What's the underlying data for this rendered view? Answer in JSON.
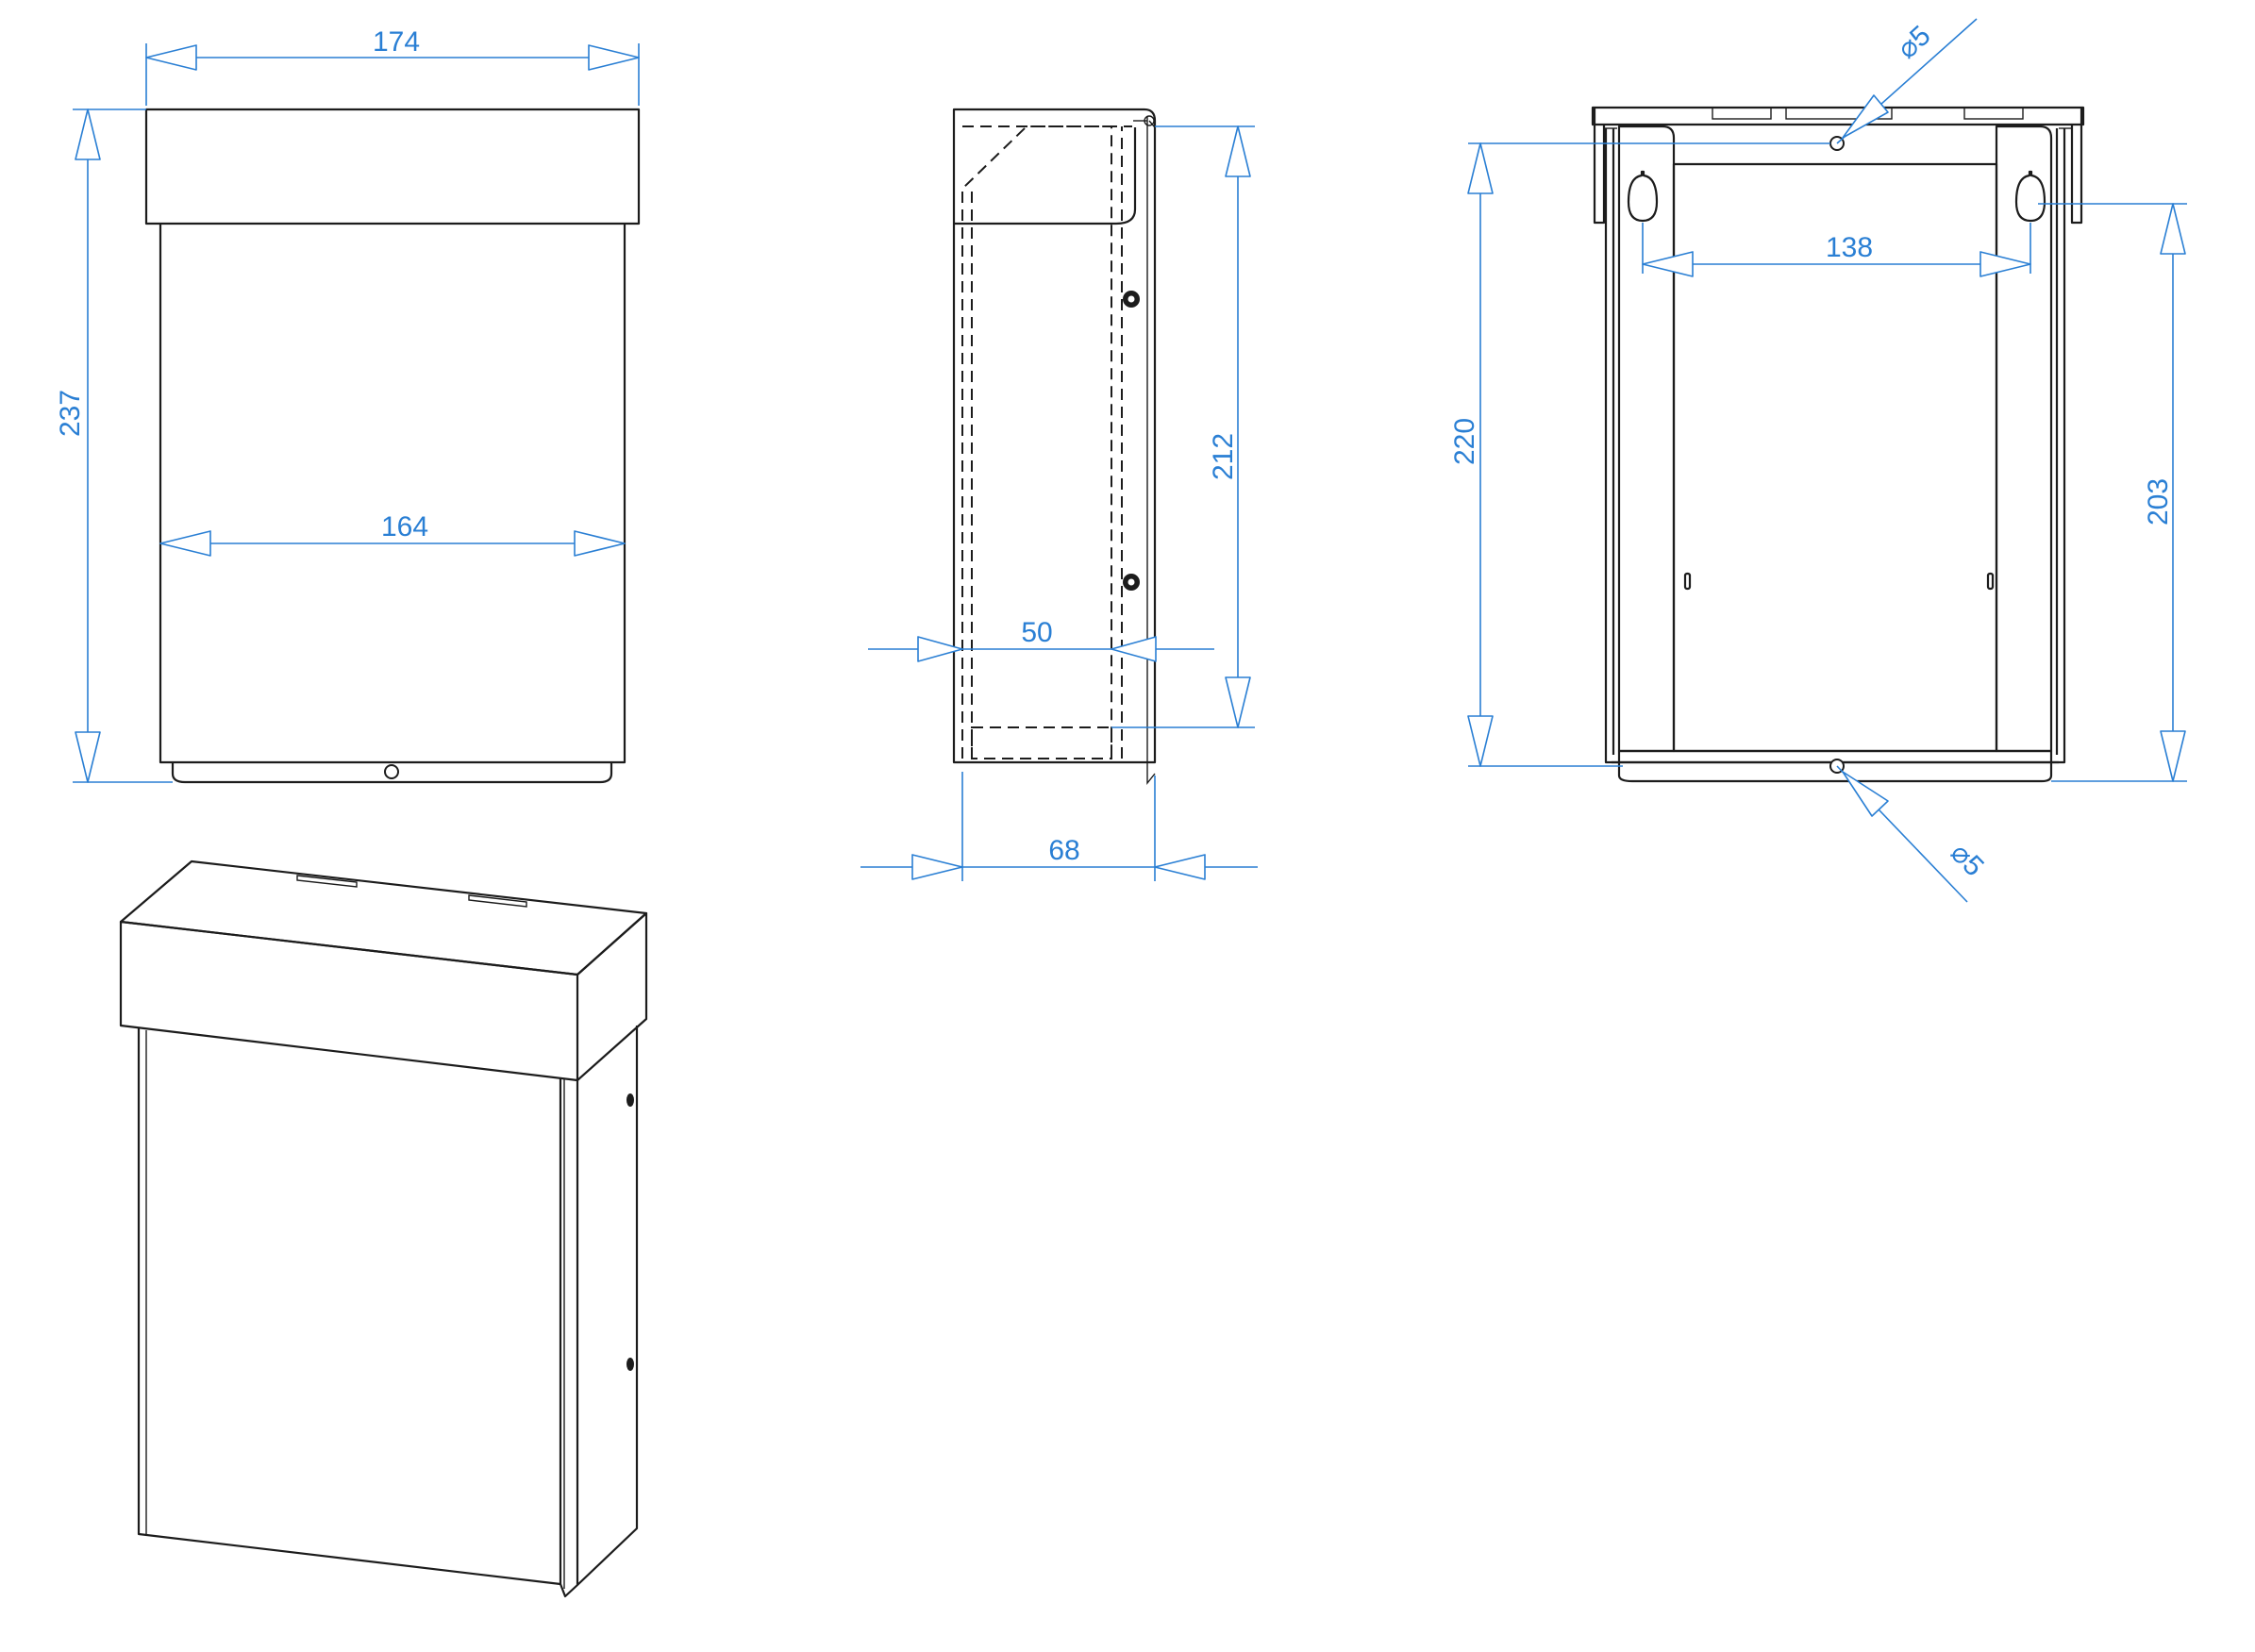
{
  "dimensions": {
    "front_total_width": "174",
    "front_body_width": "164",
    "front_total_height": "237",
    "side_inner_height": "212",
    "side_inner_depth": "50",
    "side_total_depth": "68",
    "back_hole_spacing": "138",
    "back_top_hole_diameter": "⌀5",
    "back_bottom_hole_diameter": "⌀5",
    "back_total_height": "220",
    "back_hole_height": "203"
  },
  "colors": {
    "outline": "#1c1c1c",
    "dimension": "#2a7fd4"
  }
}
